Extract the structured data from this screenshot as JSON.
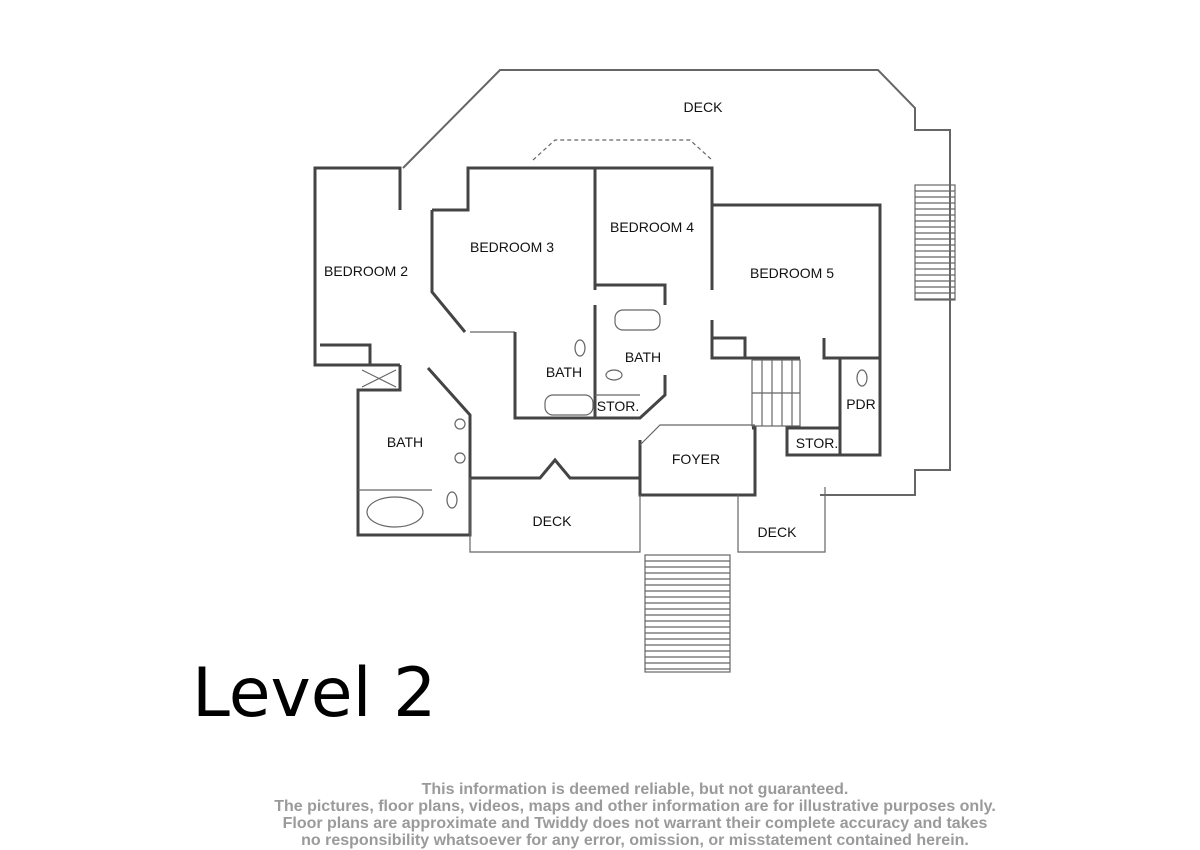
{
  "plan": {
    "rooms": {
      "deck_top": "DECK",
      "bedroom2": "BEDROOM 2",
      "bedroom3": "BEDROOM 3",
      "bedroom4": "BEDROOM 4",
      "bedroom5": "BEDROOM 5",
      "bath_center": "BATH",
      "bath_right": "BATH",
      "stor_center": "STOR.",
      "pdr": "PDR",
      "stor_right": "STOR.",
      "bath_left": "BATH",
      "foyer": "FOYER",
      "deck_mid": "DECK",
      "deck_right": "DECK"
    }
  },
  "level_title": "Level 2",
  "disclaimer": [
    "This information is deemed reliable, but not guaranteed.",
    "The pictures, floor plans, videos, maps and other information are for illustrative purposes only.",
    "Floor plans are approximate and Twiddy does not warrant their complete accuracy and takes",
    "no responsibility whatsoever for any error, omission, or misstatement contained herein."
  ]
}
